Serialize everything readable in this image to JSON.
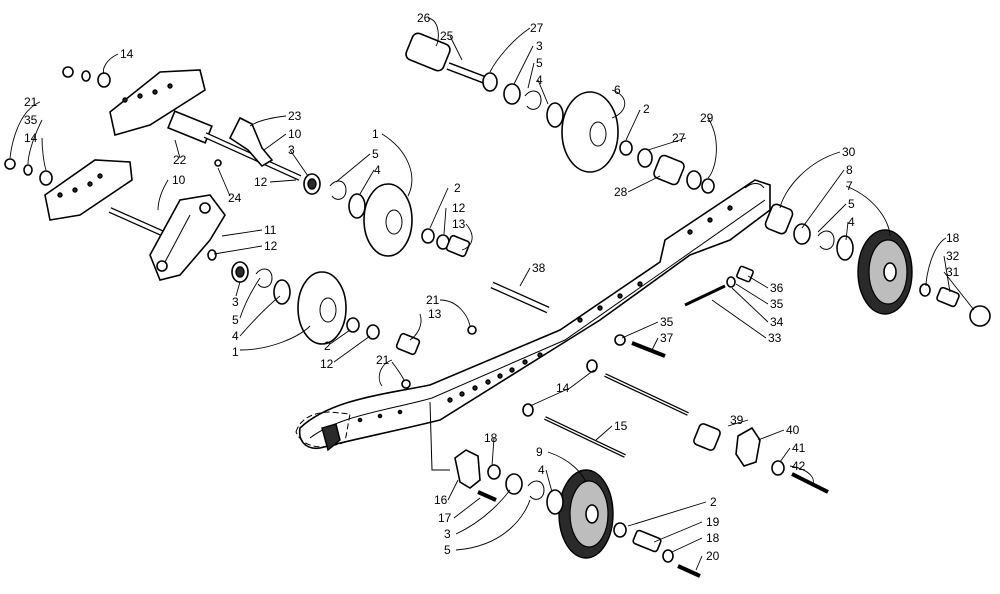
{
  "callouts": [
    {
      "id": "c26",
      "label": "26"
    },
    {
      "id": "c25",
      "label": "25"
    },
    {
      "id": "c27a",
      "label": "27"
    },
    {
      "id": "c3a",
      "label": "3"
    },
    {
      "id": "c5a",
      "label": "5"
    },
    {
      "id": "c4a",
      "label": "4"
    },
    {
      "id": "c6",
      "label": "6"
    },
    {
      "id": "c2a",
      "label": "2"
    },
    {
      "id": "c29",
      "label": "29"
    },
    {
      "id": "c27b",
      "label": "27"
    },
    {
      "id": "c28",
      "label": "28"
    },
    {
      "id": "c14a",
      "label": "14"
    },
    {
      "id": "c21a",
      "label": "21"
    },
    {
      "id": "c35a",
      "label": "35"
    },
    {
      "id": "c14b",
      "label": "14"
    },
    {
      "id": "c23",
      "label": "23"
    },
    {
      "id": "c10a",
      "label": "10"
    },
    {
      "id": "c3b",
      "label": "3"
    },
    {
      "id": "c22",
      "label": "22"
    },
    {
      "id": "c12a",
      "label": "12"
    },
    {
      "id": "c24",
      "label": "24"
    },
    {
      "id": "c1a",
      "label": "1"
    },
    {
      "id": "c5b",
      "label": "5"
    },
    {
      "id": "c4b",
      "label": "4"
    },
    {
      "id": "c10b",
      "label": "10"
    },
    {
      "id": "c2b",
      "label": "2"
    },
    {
      "id": "c12b",
      "label": "12"
    },
    {
      "id": "c13a",
      "label": "13"
    },
    {
      "id": "c11",
      "label": "11"
    },
    {
      "id": "c12c",
      "label": "12"
    },
    {
      "id": "c3c",
      "label": "3"
    },
    {
      "id": "c5c",
      "label": "5"
    },
    {
      "id": "c4c",
      "label": "4"
    },
    {
      "id": "c1b",
      "label": "1"
    },
    {
      "id": "c2c",
      "label": "2"
    },
    {
      "id": "c12d",
      "label": "12"
    },
    {
      "id": "c13b",
      "label": "13"
    },
    {
      "id": "c21b",
      "label": "21"
    },
    {
      "id": "c21c",
      "label": "21"
    },
    {
      "id": "c38",
      "label": "38"
    },
    {
      "id": "c30",
      "label": "30"
    },
    {
      "id": "c8",
      "label": "8"
    },
    {
      "id": "c7",
      "label": "7"
    },
    {
      "id": "c5d",
      "label": "5"
    },
    {
      "id": "c4d",
      "label": "4"
    },
    {
      "id": "c18a",
      "label": "18"
    },
    {
      "id": "c32",
      "label": "32"
    },
    {
      "id": "c31",
      "label": "31"
    },
    {
      "id": "c36",
      "label": "36"
    },
    {
      "id": "c35b",
      "label": "35"
    },
    {
      "id": "c34",
      "label": "34"
    },
    {
      "id": "c33",
      "label": "33"
    },
    {
      "id": "c35c",
      "label": "35"
    },
    {
      "id": "c37",
      "label": "37"
    },
    {
      "id": "c14c",
      "label": "14"
    },
    {
      "id": "c15",
      "label": "15"
    },
    {
      "id": "c39",
      "label": "39"
    },
    {
      "id": "c40",
      "label": "40"
    },
    {
      "id": "c41",
      "label": "41"
    },
    {
      "id": "c42",
      "label": "42"
    },
    {
      "id": "c18b",
      "label": "18"
    },
    {
      "id": "c9",
      "label": "9"
    },
    {
      "id": "c4e",
      "label": "4"
    },
    {
      "id": "c16",
      "label": "16"
    },
    {
      "id": "c17",
      "label": "17"
    },
    {
      "id": "c3d",
      "label": "3"
    },
    {
      "id": "c5e",
      "label": "5"
    },
    {
      "id": "c2d",
      "label": "2"
    },
    {
      "id": "c19",
      "label": "19"
    },
    {
      "id": "c18c",
      "label": "18"
    },
    {
      "id": "c20",
      "label": "20"
    }
  ]
}
